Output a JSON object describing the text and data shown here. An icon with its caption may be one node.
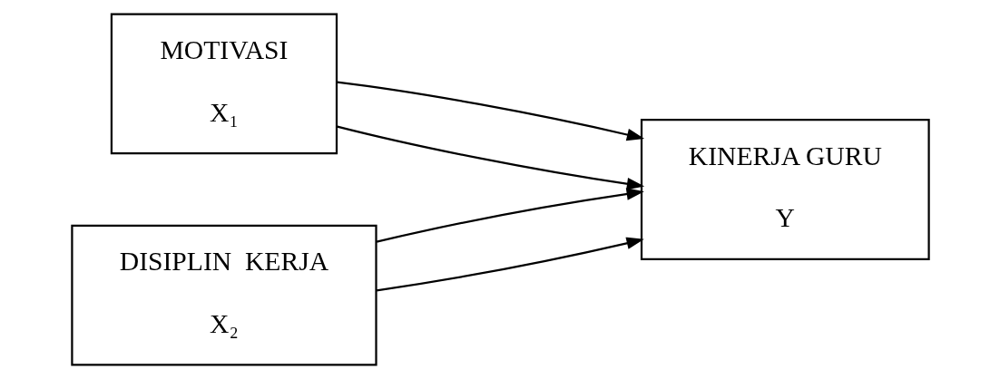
{
  "diagram": {
    "nodes": [
      {
        "text": [
          "MOTIVASI",
          "X₁"
        ]
      },
      {
        "text": [
          "DISIPLIN  KERJA",
          "X₂"
        ]
      },
      {
        "text": [
          "KINERJA GURU",
          "Y"
        ]
      }
    ],
    "edges": [
      {
        "from": 0,
        "to": 2,
        "arrow": "to"
      },
      {
        "from": 1,
        "to": 2,
        "arrow": "to"
      },
      {
        "from": 0,
        "to": 2,
        "arrow": "to"
      },
      {
        "from": 1,
        "to": 2,
        "arrow": "to"
      }
    ]
  }
}
